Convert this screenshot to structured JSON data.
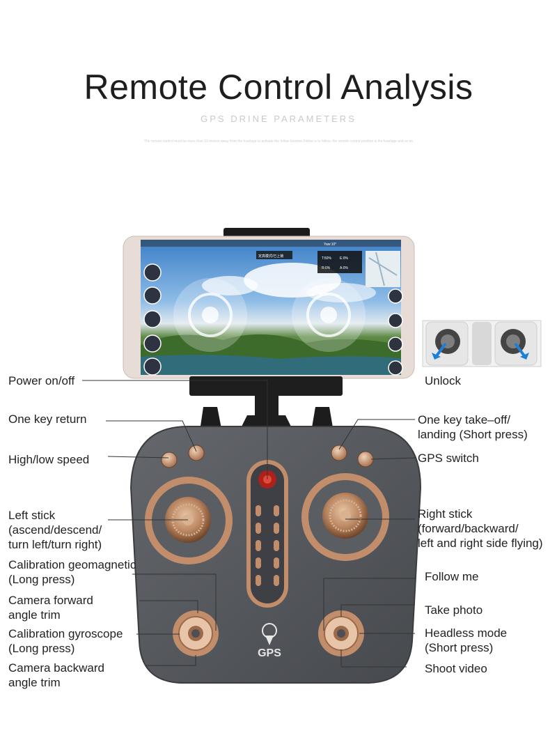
{
  "header": {
    "title": "Remote Control Analysis",
    "subtitle": "GPS DRINE PARAMETERS",
    "description": "The remote control must be more than 10 meters away from the fuselage to activate the follow function.Follow is to follow, the remote control position is the fuselage and so on"
  },
  "phone_screen": {
    "mode_text": "定高模式/已上锁",
    "telemetry": [
      "T:50%",
      "E:0%",
      "R:0%",
      "A:0%"
    ],
    "top_center": "Yaw:10°"
  },
  "remote": {
    "logo_text": "GPS"
  },
  "labels_left": [
    {
      "id": "power",
      "text": "Power on/off"
    },
    {
      "id": "one-key-return",
      "text": "One key return"
    },
    {
      "id": "speed",
      "text": "High/low speed"
    },
    {
      "id": "left-stick",
      "text": "Left stick\n(ascend/descend/\nturn left/turn right)"
    },
    {
      "id": "calib-geo",
      "text": "Calibration geomagnetic\n(Long press)"
    },
    {
      "id": "cam-forward",
      "text": "Camera forward\nangle trim"
    },
    {
      "id": "calib-gyro",
      "text": "Calibration gyroscope\n(Long press)"
    },
    {
      "id": "cam-backward",
      "text": "Camera backward\nangle trim"
    }
  ],
  "labels_right": [
    {
      "id": "unlock",
      "text": "Unlock"
    },
    {
      "id": "takeoff",
      "text": "One key take–off/\nlanding (Short press)"
    },
    {
      "id": "gps-switch",
      "text": "GPS switch"
    },
    {
      "id": "right-stick",
      "text": "Right stick\n(forward/backward/\nleft and right side flying)"
    },
    {
      "id": "follow",
      "text": "Follow me"
    },
    {
      "id": "photo",
      "text": "Take photo"
    },
    {
      "id": "headless",
      "text": "Headless mode\n(Short press)"
    },
    {
      "id": "video",
      "text": "Shoot video"
    }
  ],
  "colors": {
    "body": "#55585d",
    "copper": "#c99a78",
    "copper_dark": "#8a5a3c",
    "led": "#b0201a",
    "sky": "#4a8fd0"
  }
}
